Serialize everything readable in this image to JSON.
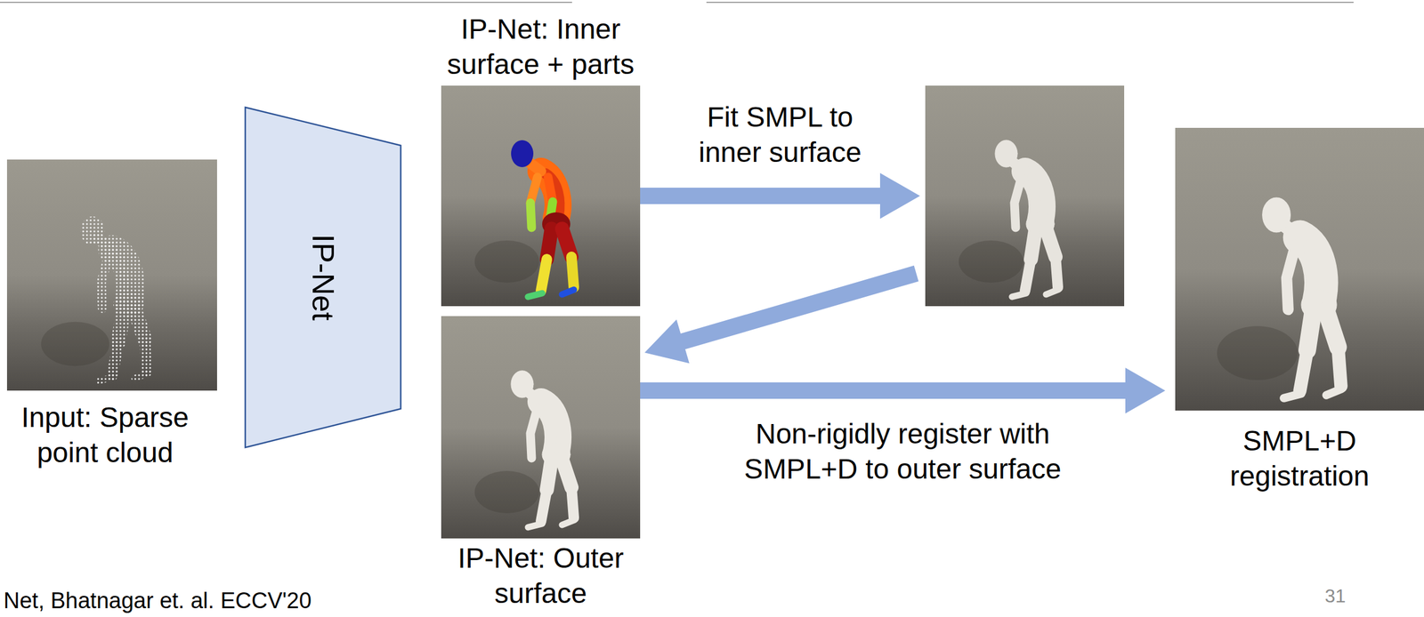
{
  "diagram": {
    "nodes": [
      {
        "text": [
          "Input: Sparse point cloud"
        ]
      },
      {
        "text": [
          "IP-Net"
        ]
      },
      {
        "text": [
          "IP-Net: Inner surface + parts"
        ]
      },
      {
        "text": []
      },
      {
        "text": [
          "IP-Net: Outer surface"
        ]
      },
      {
        "text": [
          "SMPL+D registration"
        ]
      }
    ],
    "edges": [
      {
        "from": 2,
        "to": 3,
        "arrow": "to",
        "label": "Fit SMPL to inner surface"
      },
      {
        "from": 3,
        "to": 4,
        "arrow": "to"
      },
      {
        "from": 4,
        "to": 5,
        "arrow": "to",
        "label": "Non-rigidly register with SMPL+D to outer surface"
      }
    ],
    "labels": [
      "Net, Bhatnagar et. al. ECCV'20",
      "31"
    ]
  }
}
